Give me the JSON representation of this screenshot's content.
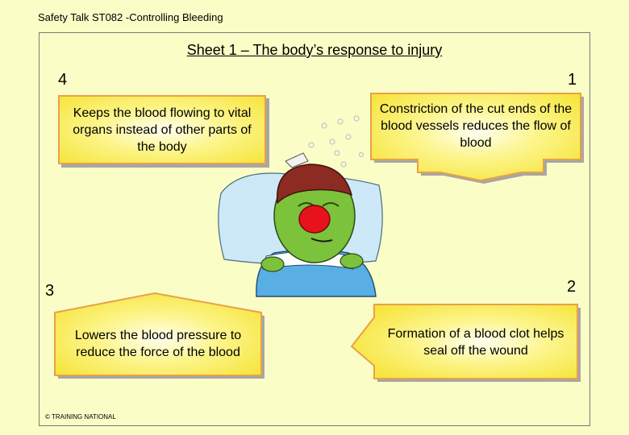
{
  "header": {
    "text": "Safety Talk ST082 -Controlling Bleeding"
  },
  "slide": {
    "title": "Sheet 1 – The body’s response to injury",
    "steps": [
      {
        "num": "1",
        "text": "Constriction of the cut ends of the blood vessels reduces the flow of blood"
      },
      {
        "num": "2",
        "text": "Formation of a blood clot helps seal off the wound"
      },
      {
        "num": "3",
        "text": "Lowers the blood pressure to reduce the force of the blood"
      },
      {
        "num": "4",
        "text": "Keeps the blood flowing to vital organs instead of other parts of the body"
      }
    ]
  },
  "footer": {
    "copyright": "© TRAINING NATIONAL"
  },
  "colors": {
    "background": "#fbfdc6",
    "box_border": "#e7a14a",
    "box_fill": "#f6e43a",
    "shadow": "#a7a6a6"
  },
  "illustration": {
    "name": "sick-patient-in-bed-illustration"
  }
}
